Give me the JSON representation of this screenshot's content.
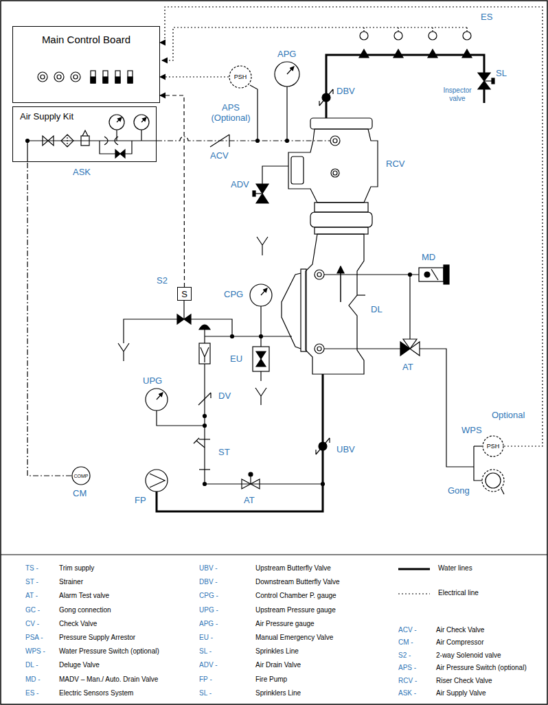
{
  "diagram": {
    "nodes": [
      {
        "text": [
          "Main Control Board"
        ]
      },
      {
        "text": [
          "Air Supply Kit"
        ]
      },
      {
        "text": [
          "PSH"
        ]
      },
      {
        "text": [
          "S"
        ]
      },
      {
        "text": [
          "PSH"
        ]
      },
      {
        "text": [
          "COMP"
        ]
      }
    ],
    "edges": [
      {
        "from": 2,
        "to": 0,
        "arrow": "to"
      },
      {
        "from": 3,
        "to": 0,
        "arrow": "to"
      },
      {
        "from": 4,
        "to": 0,
        "arrow": "to"
      },
      {
        "from": 5,
        "to": 1,
        "arrow": "none"
      }
    ],
    "labels": [
      "ES",
      "SL",
      "DBV",
      "APG",
      "APS (Optional)",
      "Inspector valve",
      "ACV",
      "RCV",
      "ADV",
      "MD",
      "S2",
      "CPG",
      "DL",
      "EU",
      "AT",
      "UPG",
      "DV",
      "ST",
      "UBV",
      "AT",
      "CM",
      "FP",
      "Optional",
      "WPS",
      "Gong",
      "ASK",
      "TS -",
      "Trim supply",
      "ST -",
      "Strainer",
      "AT -",
      "Alarm Test valve",
      "GC -",
      "Gong connection",
      "CV -",
      "Check Valve",
      "PSA -",
      "Pressure Supply Arrestor",
      "WPS -",
      "Water Pressure Switch (optional)",
      "DL -",
      "Deluge Valve",
      "MD -",
      "MADV – Man./ Auto. Drain Valve",
      "ES -",
      "Electric Sensors System",
      "UBV -",
      "Upstream Butterfly Valve",
      "DBV -",
      "Downstream  Butterfly Valve",
      "CPG -",
      "Control Chamber P. gauge",
      "UPG -",
      "Upstream Pressure gauge",
      "APG -",
      "Air Pressure gauge",
      "EU -",
      "Manual Emergency Valve",
      "SL -",
      "Sprinkles Line",
      "ADV -",
      "Air Drain Valve",
      "FP -",
      "Fire Pump",
      "SL -",
      "Sprinklers Line",
      "ACV -",
      "Air Check Valve",
      "CM -",
      "Air Compressor",
      "S2 -",
      "2-way Solenoid valve",
      "APS -",
      "Air Pressure Switch (optional)",
      "RCV -",
      "Riser Check Valve",
      "ASK -",
      "Air Supply Valve"
    ],
    "legend": [
      {
        "text": "Water lines"
      },
      {
        "text": "Electrical line"
      }
    ]
  }
}
